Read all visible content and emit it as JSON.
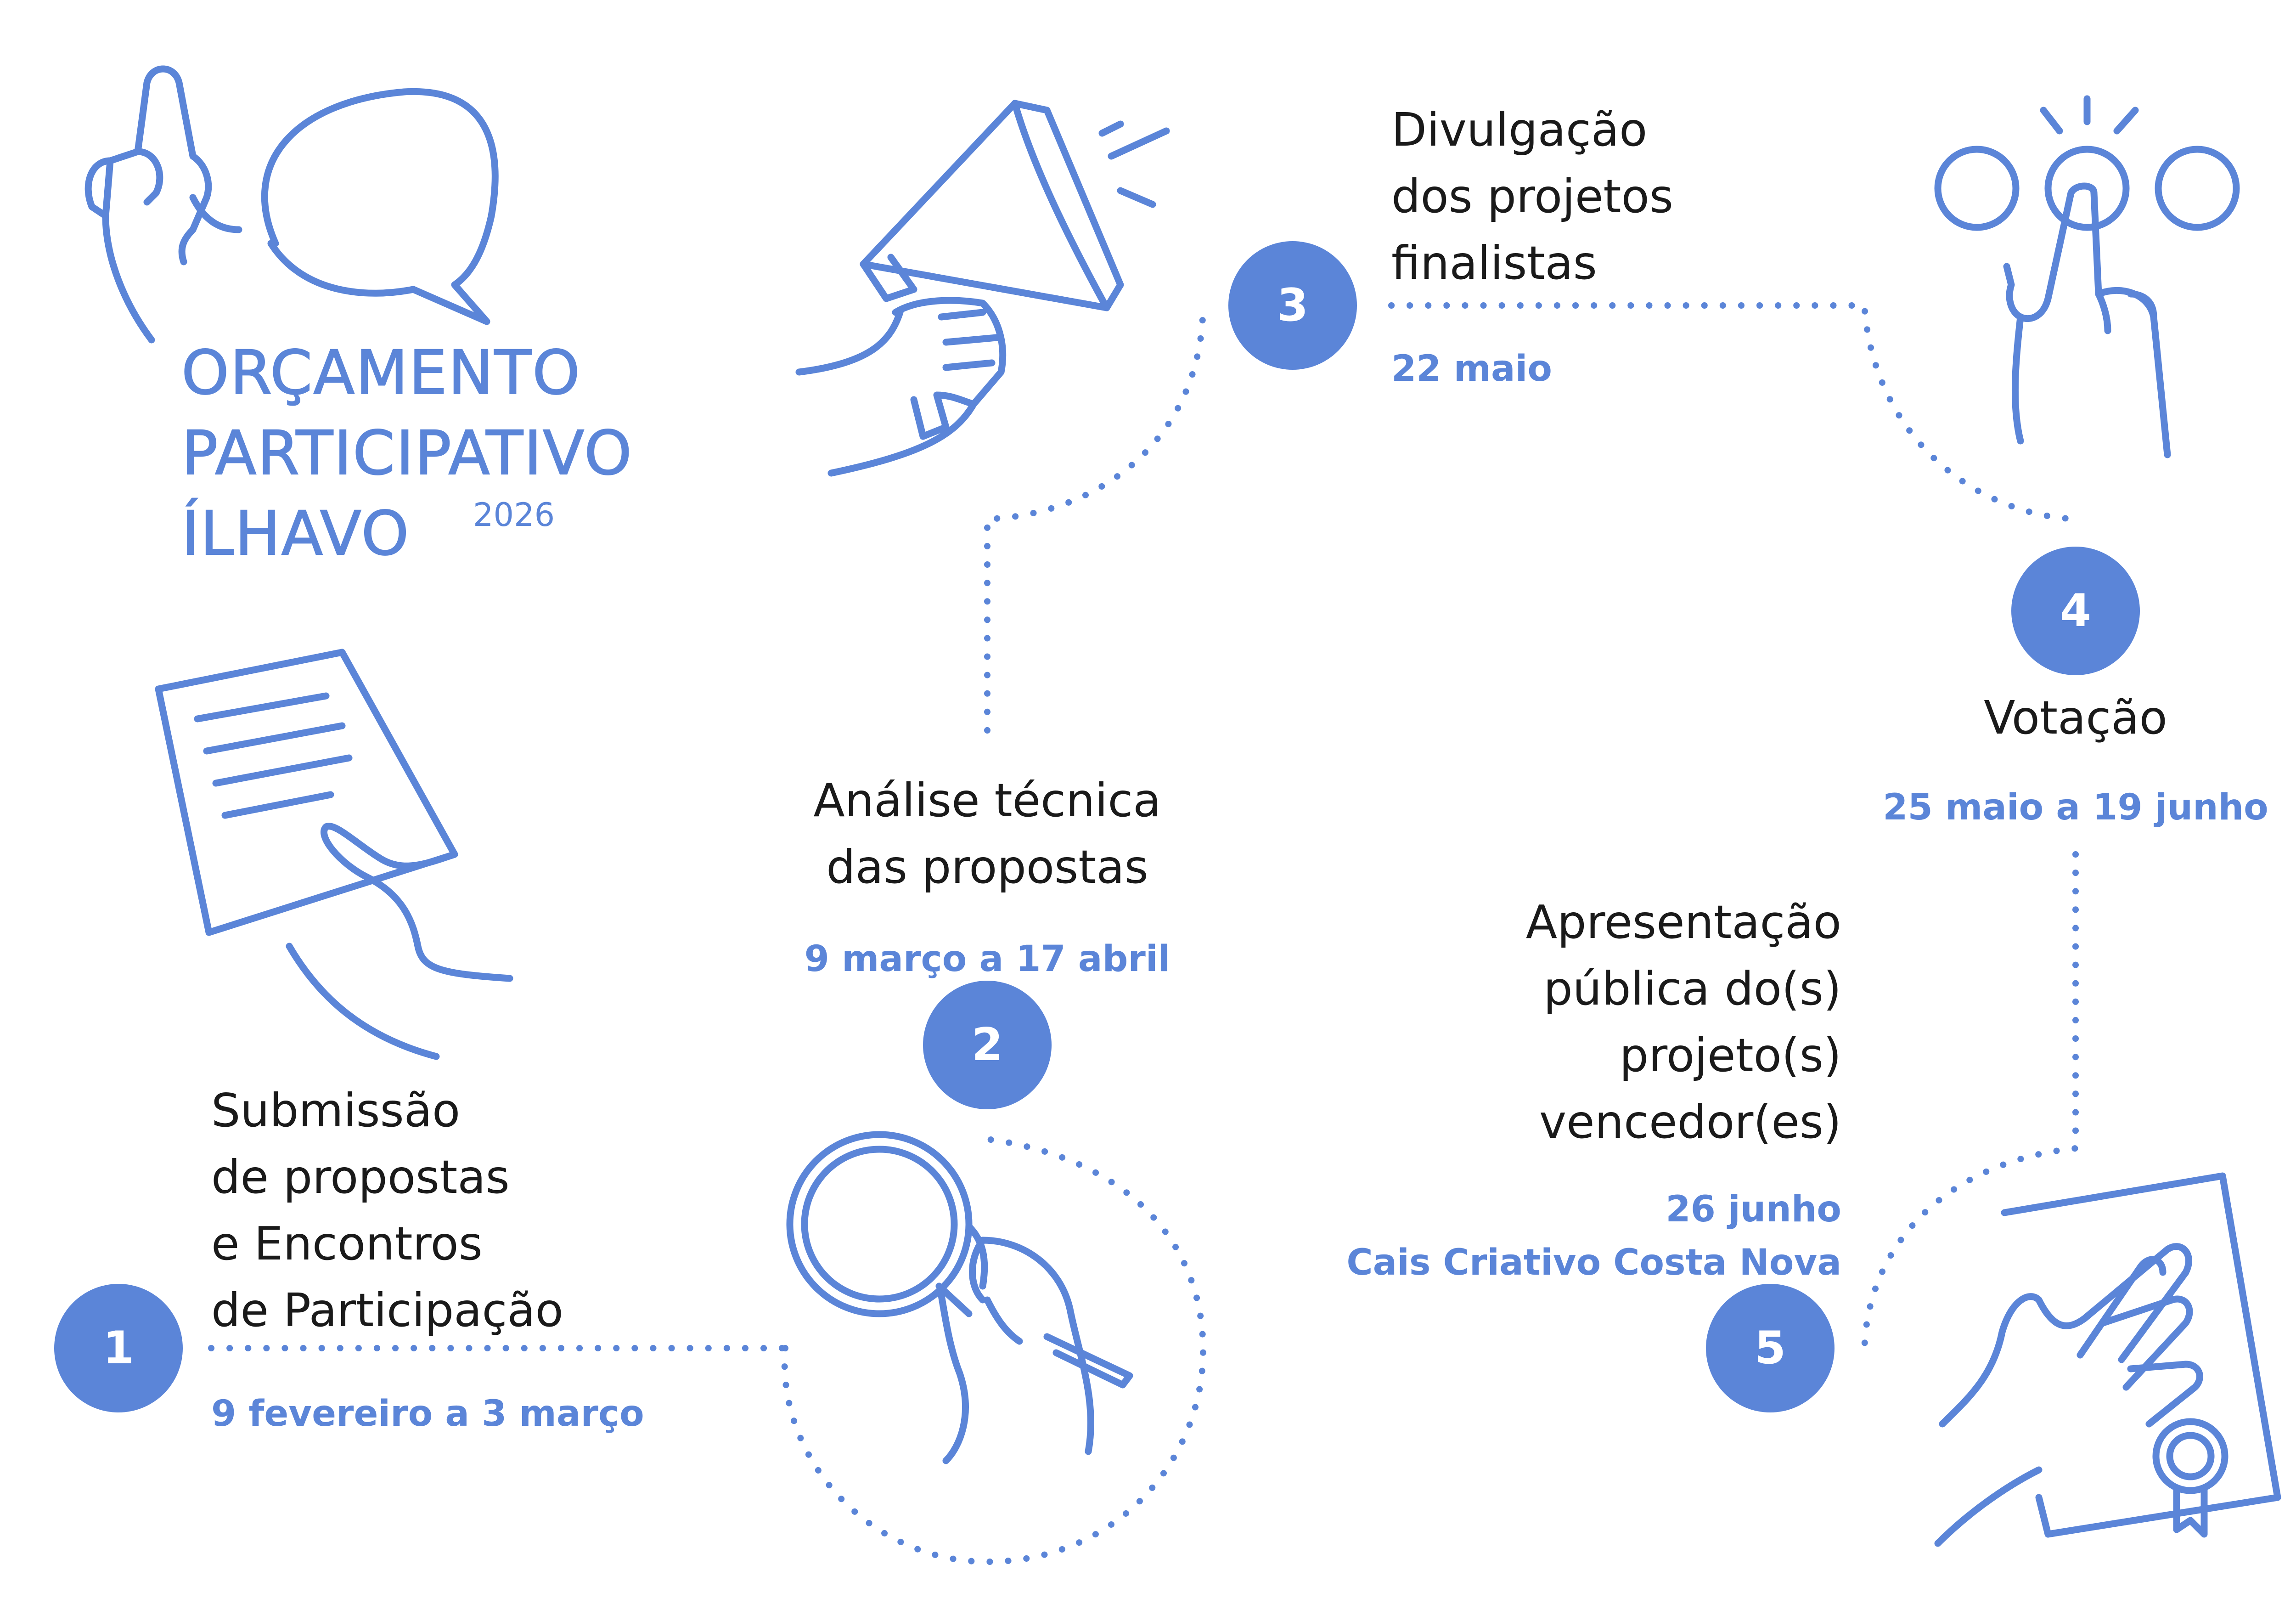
{
  "header": {
    "title_line1": "ORÇAMENTO",
    "title_line2": "PARTICIPATIVO",
    "title_line3": "ÍLHAVO",
    "year": "2026"
  },
  "accent_color": "#5b85d8",
  "text_color": "#1a1a1a",
  "steps": [
    {
      "number": "1",
      "label_lines": [
        "Submissão",
        "de propostas",
        "e Encontros",
        "de Participação"
      ],
      "date": "9 fevereiro a 3 março",
      "icon": "document-in-hand-icon"
    },
    {
      "number": "2",
      "label_lines": [
        "Análise técnica",
        "das propostas"
      ],
      "date": "9 março a 17 abril",
      "icon": "magnifying-glass-icon"
    },
    {
      "number": "3",
      "label_lines": [
        "Divulgação",
        "dos projetos",
        "finalistas"
      ],
      "date": "22 maio",
      "icon": "megaphone-icon"
    },
    {
      "number": "4",
      "label_lines": [
        "Votação"
      ],
      "date": "25 maio a 19 junho",
      "icon": "voting-hand-icon"
    },
    {
      "number": "5",
      "label_lines": [
        "Apresentação",
        "pública do(s)",
        "projeto(s)",
        "vencedor(es)"
      ],
      "date_lines": [
        "26 junho",
        "Cais Criativo Costa Nova"
      ],
      "icon": "certificate-in-hand-icon"
    }
  ]
}
